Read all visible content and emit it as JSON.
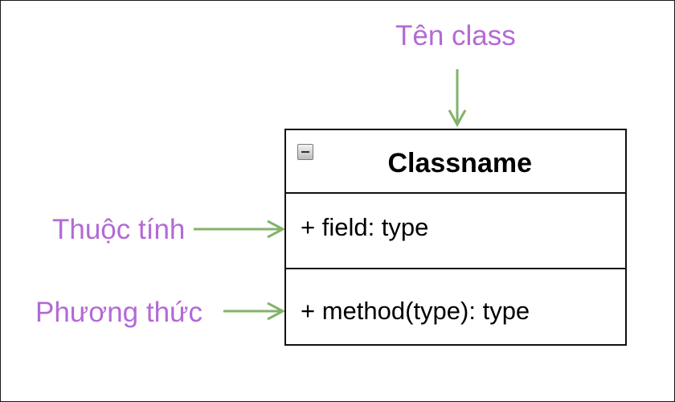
{
  "labels": {
    "class_name_annotation": "Tên class",
    "attributes_annotation": "Thuộc tính",
    "methods_annotation": "Phương thức"
  },
  "class_box": {
    "name": "Classname",
    "field": "+ field: type",
    "method": "+ method(type): type",
    "collapse_icon": "minus-box-icon"
  },
  "colors": {
    "annotation_text": "#b36ad6",
    "arrow": "#82b36a",
    "border": "#111111"
  }
}
